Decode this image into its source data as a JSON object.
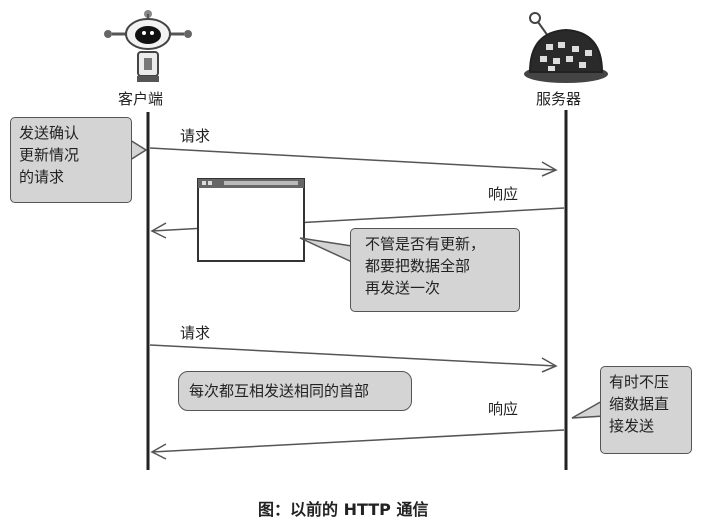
{
  "actors": {
    "client": "客户端",
    "server": "服务器"
  },
  "messages": {
    "request1": "请求",
    "response1": "响应",
    "request2": "请求",
    "response2": "响应"
  },
  "notes": {
    "confirm_update": [
      "发送确认",
      "更新情况",
      "的请求"
    ],
    "send_all_data": [
      "不管是否有更新，",
      "都要把数据全部",
      "再发送一次"
    ],
    "headers_every_time": "每次都互相发送相同的首部",
    "no_compression": [
      "有时不压",
      "缩数据直",
      "接发送"
    ]
  },
  "caption": "图：以前的 HTTP 通信",
  "colors": {
    "note_fill": "#d4d4d4",
    "line": "#222222",
    "arrow": "#555555"
  }
}
